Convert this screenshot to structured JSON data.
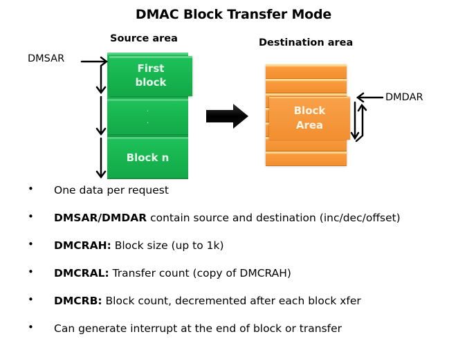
{
  "title": "DMAC Block Transfer Mode",
  "source": {
    "heading": "Source area",
    "pointer_label": "DMSAR",
    "blocks": [
      {
        "label_line1": "First",
        "label_line2": "block"
      },
      {
        "label_line1": ".",
        "label_line2": "."
      },
      {
        "label_line1": "Block n",
        "label_line2": ""
      }
    ],
    "color": "#1db954"
  },
  "destination": {
    "heading": "Destination area",
    "pointer_label": "DMDAR",
    "block": {
      "label_line1": "Block",
      "label_line2": "Area"
    },
    "color": "#f7953a"
  },
  "bullets": [
    {
      "bold": "",
      "text": "One data per request"
    },
    {
      "bold": "DMSAR/DMDAR",
      "text": " contain source and destination (inc/dec/offset)"
    },
    {
      "bold": "DMCRAH:",
      "text": " Block size (up to 1k)"
    },
    {
      "bold": "DMCRAL:",
      "text": " Transfer count (copy of DMCRAH)"
    },
    {
      "bold": "DMCRB:",
      "text": " Block count, decremented after each block xfer"
    },
    {
      "bold": "",
      "text": "Can generate interrupt at the end of block or transfer"
    }
  ],
  "bullet_glyph": "•"
}
